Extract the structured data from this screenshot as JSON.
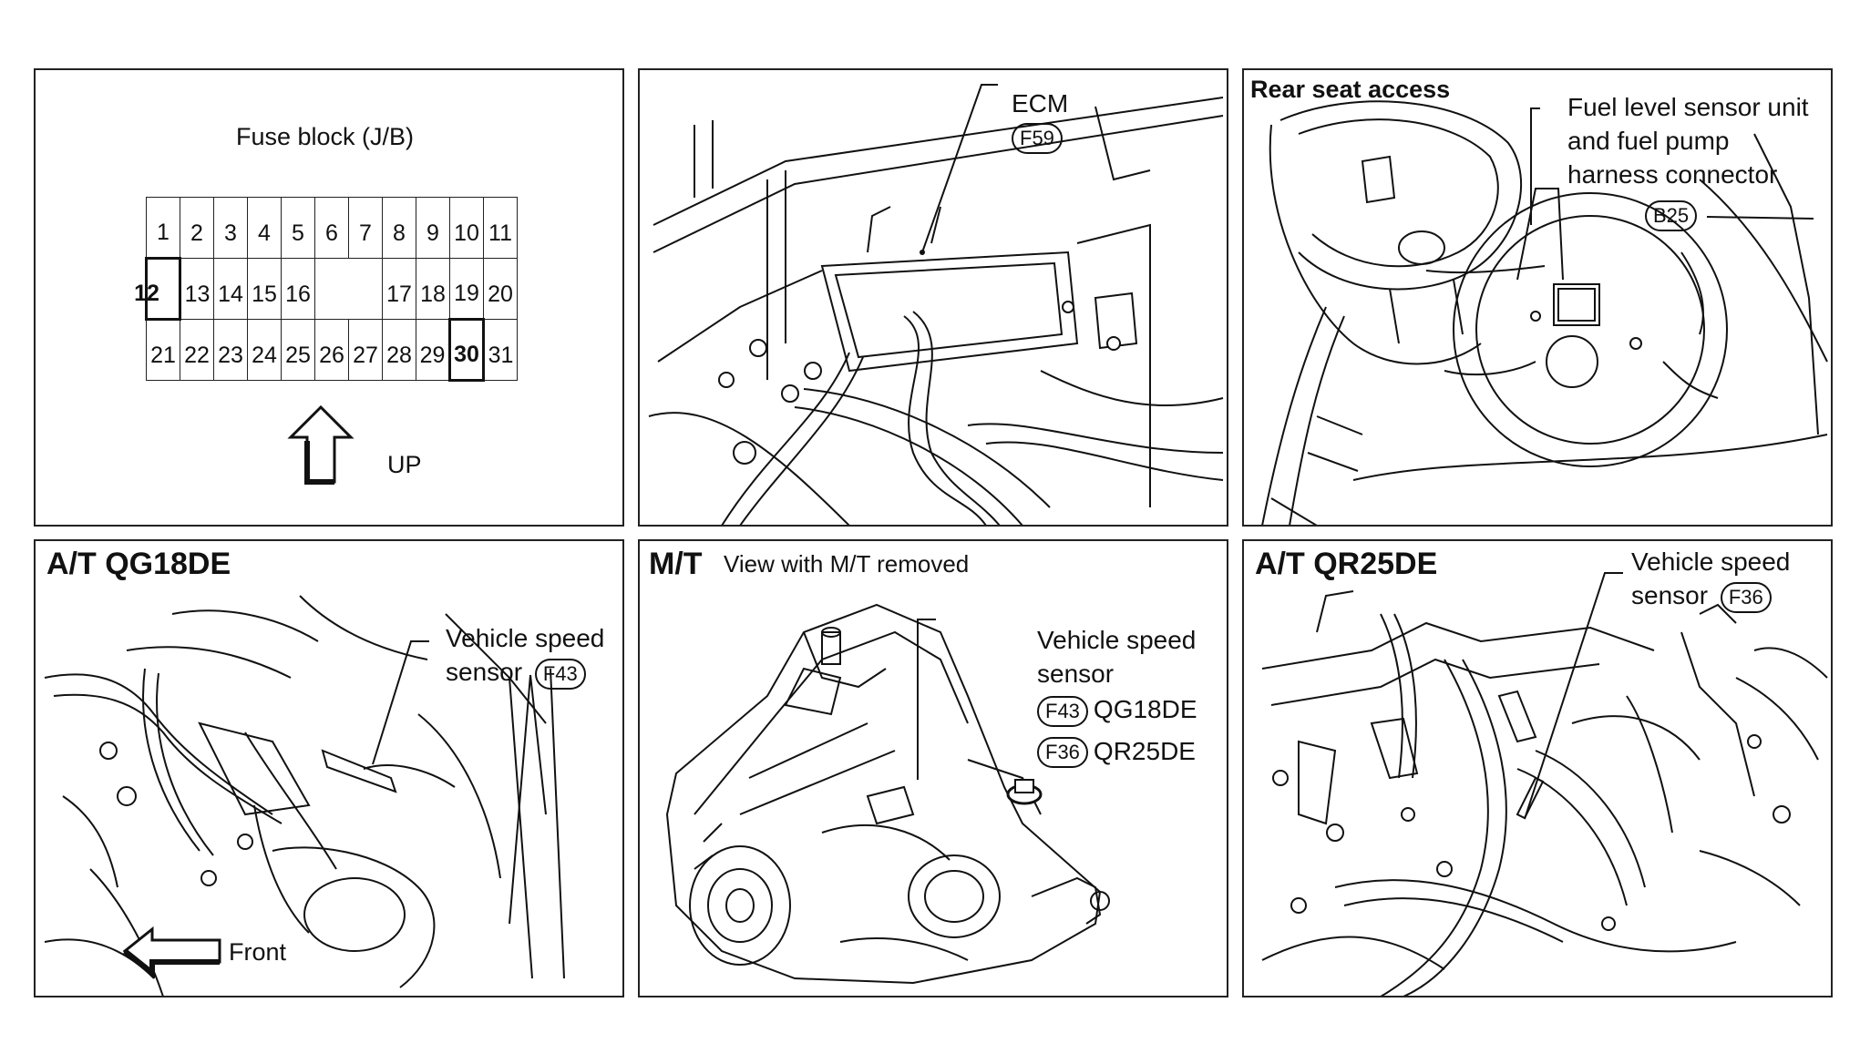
{
  "panel1": {
    "title": "Fuse block (J/B)",
    "fuse_rows": [
      [
        "1",
        "2",
        "3",
        "4",
        "5",
        "6",
        "7",
        "8",
        "9",
        "10",
        "11"
      ],
      [
        "12",
        "13",
        "14",
        "15",
        "16",
        "",
        "",
        "17",
        "18",
        "19",
        "20"
      ],
      [
        "21",
        "22",
        "23",
        "24",
        "25",
        "26",
        "27",
        "28",
        "29",
        "30",
        "31"
      ]
    ],
    "highlighted": [
      "12",
      "30"
    ],
    "arrow_label": "UP"
  },
  "panel2": {
    "label": "ECM",
    "connector": "F59"
  },
  "panel3": {
    "title": "Rear seat access",
    "label_lines": [
      "Fuel level sensor unit",
      "and fuel pump",
      "harness connector"
    ],
    "connector": "B25"
  },
  "panel4": {
    "title": "A/T QG18DE",
    "label_lines": [
      "Vehicle speed",
      "sensor"
    ],
    "connector": "F43",
    "arrow_label": "Front"
  },
  "panel5": {
    "title": "M/T",
    "subtitle": "View with M/T removed",
    "label_lines": [
      "Vehicle speed",
      "sensor"
    ],
    "connectors": [
      {
        "id": "F43",
        "engine": "QG18DE"
      },
      {
        "id": "F36",
        "engine": "QR25DE"
      }
    ]
  },
  "panel6": {
    "title": "A/T QR25DE",
    "label_lines": [
      "Vehicle speed",
      "sensor"
    ],
    "connector": "F36"
  }
}
